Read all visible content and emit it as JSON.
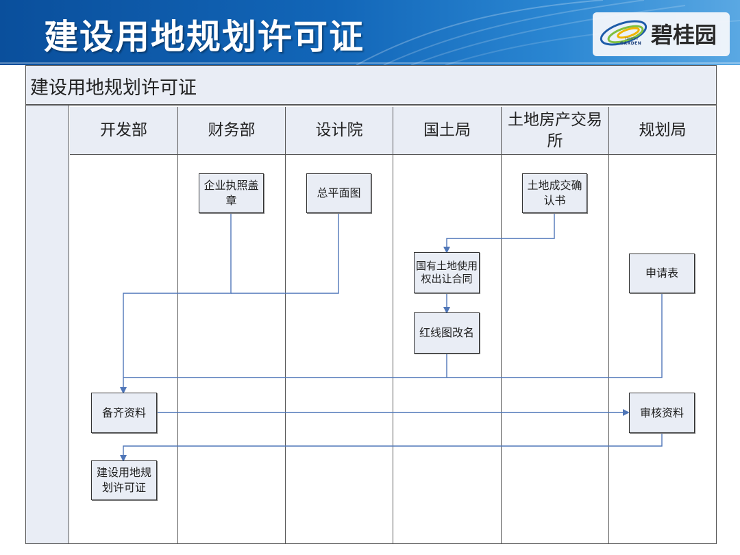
{
  "banner": {
    "title": "建设用地规划许可证",
    "logo_text": "碧桂园",
    "logo_sub_small": "COUNTRY",
    "logo_sub": "GARDEN"
  },
  "flow": {
    "title": "建设用地规划许可证",
    "lanes": [
      "开发部",
      "财务部",
      "设计院",
      "国土局",
      "土地房产交易所",
      "规划局"
    ],
    "nodes": {
      "license_stamp": "企业执照盖章",
      "master_plan": "总平面图",
      "land_deal_cert": "土地成交确认书",
      "land_use_contract": "国有土地使用权出让合同",
      "redline_rename": "红线图改名",
      "application_form": "申请表",
      "prepare_docs": "备齐资料",
      "review_docs": "审核资料",
      "planning_permit": "建设用地规划许可证"
    }
  },
  "colors": {
    "banner_dark": "#0a4f9c",
    "banner_light": "#5aa8e3",
    "lane_fill": "#e9edf5",
    "connector": "#4f76b8",
    "border": "#555555"
  }
}
